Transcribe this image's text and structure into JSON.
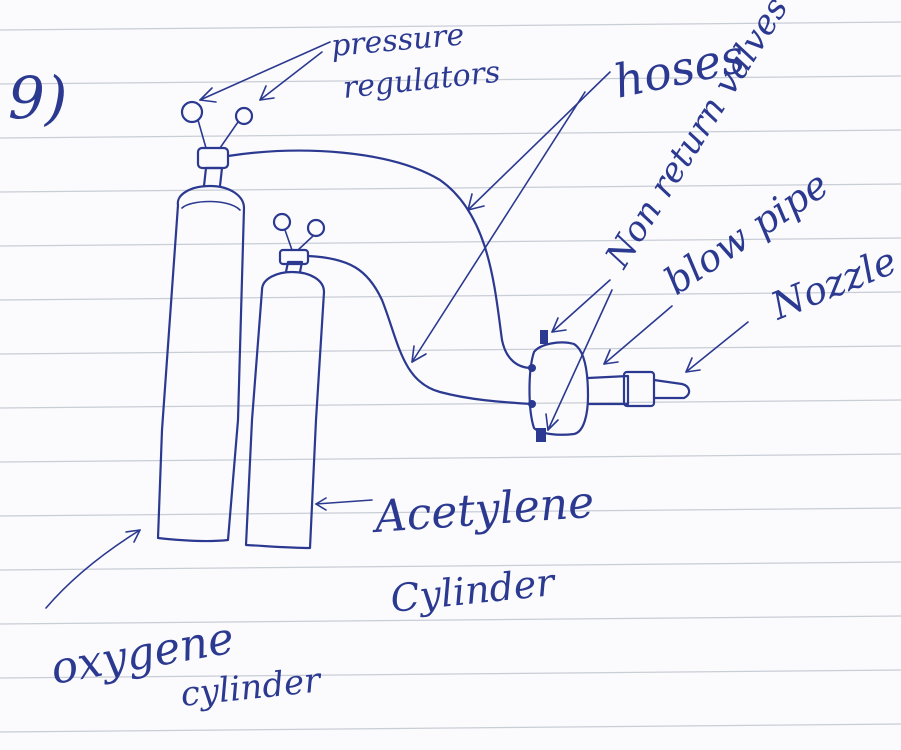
{
  "question_number": "9)",
  "labels": {
    "pressure_regulators_line1": "pressure",
    "pressure_regulators_line2": "regulators",
    "hoses": "hoses",
    "non_return_valves": "Non return valves",
    "blow_pipe": "blow pipe",
    "nozzle": "Nozzle",
    "acetylene_line1": "Acetylene",
    "acetylene_line2": "Cylinder",
    "oxygen_line1": "oxygene",
    "oxygen_line2": "cylinder"
  },
  "ink_color": "#2b3990"
}
